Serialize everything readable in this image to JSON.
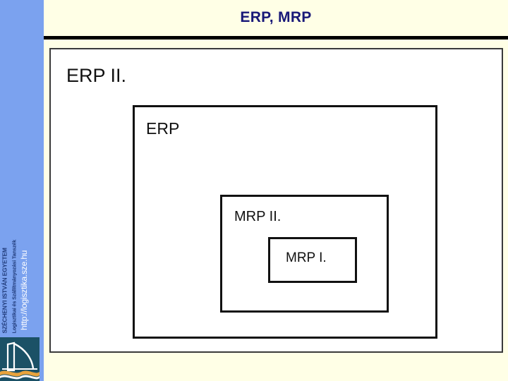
{
  "slide": {
    "title": "ERP, MRP",
    "background_color": "#FFFFE6",
    "title_color": "#181878"
  },
  "sidebar": {
    "background_color": "#7BA2EF",
    "university_name": "SZÉCHENYI ISTVÁN EGYETEM",
    "department_name": "Logisztikai és Szállítmányozási Tanszék",
    "website_url": "http://logisztika.sze.hu",
    "logo": {
      "name": "szechenyi-bridge-logo",
      "body_color": "#1B5166",
      "accent_color": "#E8A33D",
      "wave_color": "#FFFFFF"
    }
  },
  "diagram": {
    "type": "nested-boxes",
    "border_color": "#111111",
    "fill_color": "#FFFFFF",
    "levels": [
      {
        "label": "ERP II.",
        "level": 1
      },
      {
        "label": "ERP",
        "level": 2
      },
      {
        "label": "MRP II.",
        "level": 3
      },
      {
        "label": "MRP I.",
        "level": 4
      }
    ]
  }
}
